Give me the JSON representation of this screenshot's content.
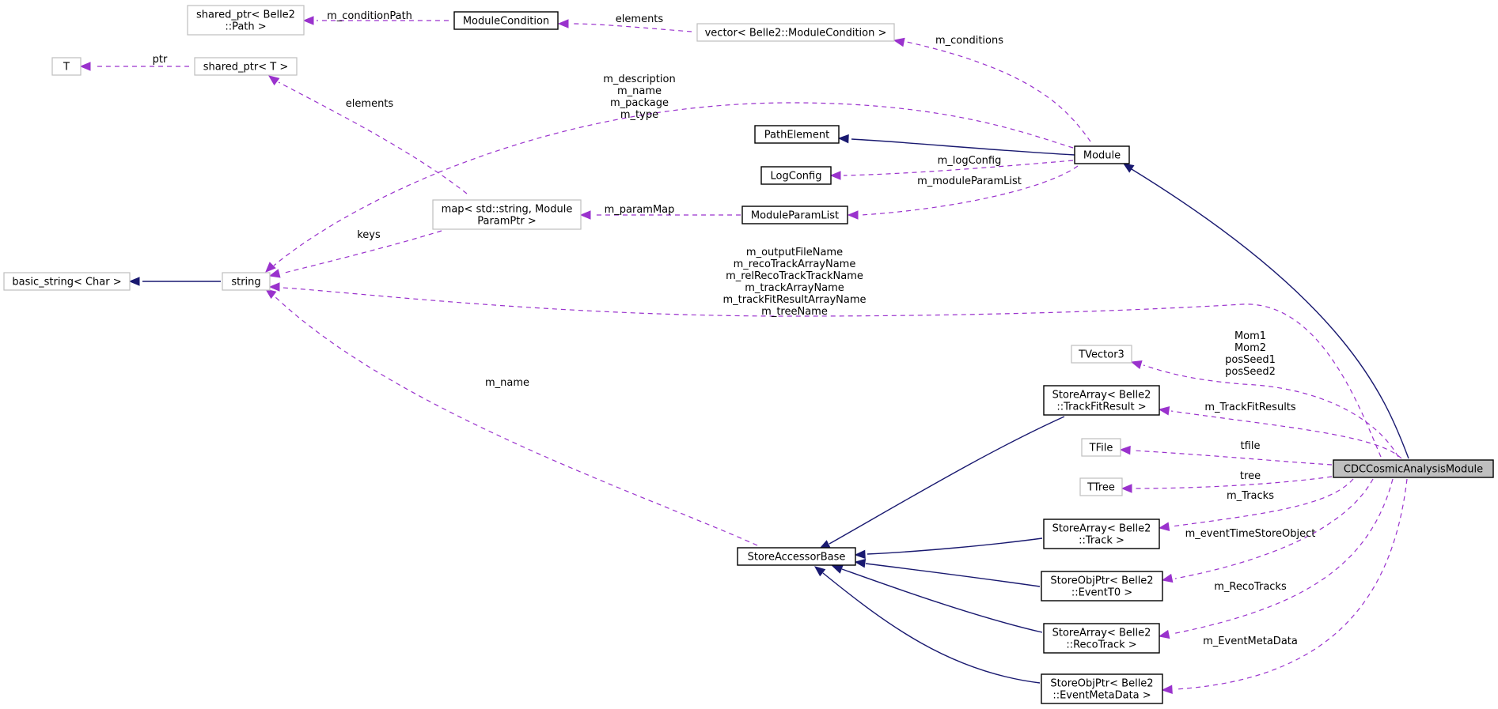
{
  "nodes": {
    "shared_ptr_path": {
      "lines": [
        "shared_ptr< Belle2",
        "::Path >"
      ],
      "style": "weak"
    },
    "module_condition": {
      "lines": [
        "ModuleCondition"
      ],
      "style": "strong"
    },
    "vector_module_condition": {
      "lines": [
        "vector< Belle2::ModuleCondition >"
      ],
      "style": "weak"
    },
    "t": {
      "lines": [
        "T"
      ],
      "style": "weak"
    },
    "shared_ptr_t": {
      "lines": [
        "shared_ptr< T >"
      ],
      "style": "weak"
    },
    "path_element": {
      "lines": [
        "PathElement"
      ],
      "style": "strong"
    },
    "module": {
      "lines": [
        "Module"
      ],
      "style": "strong"
    },
    "log_config": {
      "lines": [
        "LogConfig"
      ],
      "style": "strong"
    },
    "map_module_param": {
      "lines": [
        "map< std::string, Module",
        "ParamPtr >"
      ],
      "style": "weak"
    },
    "module_param_list": {
      "lines": [
        "ModuleParamList"
      ],
      "style": "strong"
    },
    "basic_string": {
      "lines": [
        "basic_string< Char >"
      ],
      "style": "weak"
    },
    "string": {
      "lines": [
        "string"
      ],
      "style": "weak"
    },
    "tvector3": {
      "lines": [
        "TVector3"
      ],
      "style": "weak"
    },
    "store_array_track_fit_result": {
      "lines": [
        "StoreArray< Belle2",
        "::TrackFitResult >"
      ],
      "style": "strong"
    },
    "tfile": {
      "lines": [
        "TFile"
      ],
      "style": "weak"
    },
    "ttree": {
      "lines": [
        "TTree"
      ],
      "style": "weak"
    },
    "cdc_cosmic_analysis_module": {
      "lines": [
        "CDCCosmicAnalysisModule"
      ],
      "style": "focus"
    },
    "store_accessor_base": {
      "lines": [
        "StoreAccessorBase"
      ],
      "style": "strong"
    },
    "store_array_track": {
      "lines": [
        "StoreArray< Belle2",
        "::Track >"
      ],
      "style": "strong"
    },
    "store_obj_ptr_event_t0": {
      "lines": [
        "StoreObjPtr< Belle2",
        "::EventT0 >"
      ],
      "style": "strong"
    },
    "store_array_reco_track": {
      "lines": [
        "StoreArray< Belle2",
        "::RecoTrack >"
      ],
      "style": "strong"
    },
    "store_obj_ptr_event_meta_data": {
      "lines": [
        "StoreObjPtr< Belle2",
        "::EventMetaData >"
      ],
      "style": "strong"
    }
  },
  "edge_labels": {
    "condition_path": [
      "m_conditionPath"
    ],
    "elements_vector": [
      "elements"
    ],
    "m_conditions": [
      "m_conditions"
    ],
    "ptr": [
      "ptr"
    ],
    "elements_map": [
      "elements"
    ],
    "module_strings": [
      "m_description",
      "m_name",
      "m_package",
      "m_type"
    ],
    "m_log_config": [
      "m_logConfig"
    ],
    "m_module_param_list": [
      "m_moduleParamList"
    ],
    "m_param_map": [
      "m_paramMap"
    ],
    "keys": [
      "keys"
    ],
    "analysis_strings": [
      "m_outputFileName",
      "m_recoTrackArrayName",
      "m_relRecoTrackTrackName",
      "m_trackArrayName",
      "m_trackFitResultArrayName",
      "m_treeName"
    ],
    "vectors": [
      "Mom1",
      "Mom2",
      "posSeed1",
      "posSeed2"
    ],
    "m_name": [
      "m_name"
    ],
    "m_track_fit_results": [
      "m_TrackFitResults"
    ],
    "tfile": [
      "tfile"
    ],
    "tree": [
      "tree"
    ],
    "m_tracks": [
      "m_Tracks"
    ],
    "m_event_time_store_object": [
      "m_eventTimeStoreObject"
    ],
    "m_reco_tracks": [
      "m_RecoTracks"
    ],
    "m_event_meta_data": [
      "m_EventMetaData"
    ]
  },
  "colors": {
    "inheritance": "#191970",
    "usage": "#9a32cd",
    "focus_fill": "#bfbfbf",
    "weak_border": "#bfbfbf"
  }
}
